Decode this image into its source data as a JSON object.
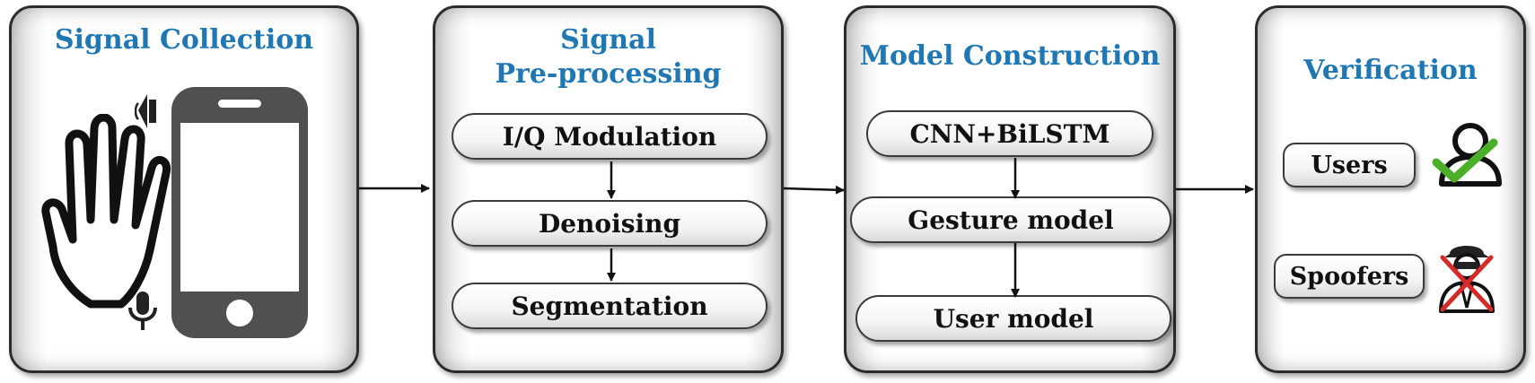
{
  "stages": {
    "collection": {
      "title": "Signal Collection"
    },
    "preprocessing": {
      "title_line1": "Signal",
      "title_line2": "Pre-processing",
      "steps": [
        "I/Q Modulation",
        "Denoising",
        "Segmentation"
      ]
    },
    "model": {
      "title": "Model Construction",
      "steps": [
        "CNN+BiLSTM",
        "Gesture model",
        "User model"
      ]
    },
    "verification": {
      "title": "Verification",
      "users_label": "Users",
      "spoofers_label": "Spoofers"
    }
  },
  "colors": {
    "title_blue": "#1f77b4",
    "check_green": "#4caf2a",
    "cross_red": "#d42a2a",
    "phone_gray": "#505050"
  },
  "icons": [
    "hand-icon",
    "speaker-icon",
    "smartphone-icon",
    "microphone-icon",
    "user-verified-icon",
    "spoofer-rejected-icon"
  ]
}
